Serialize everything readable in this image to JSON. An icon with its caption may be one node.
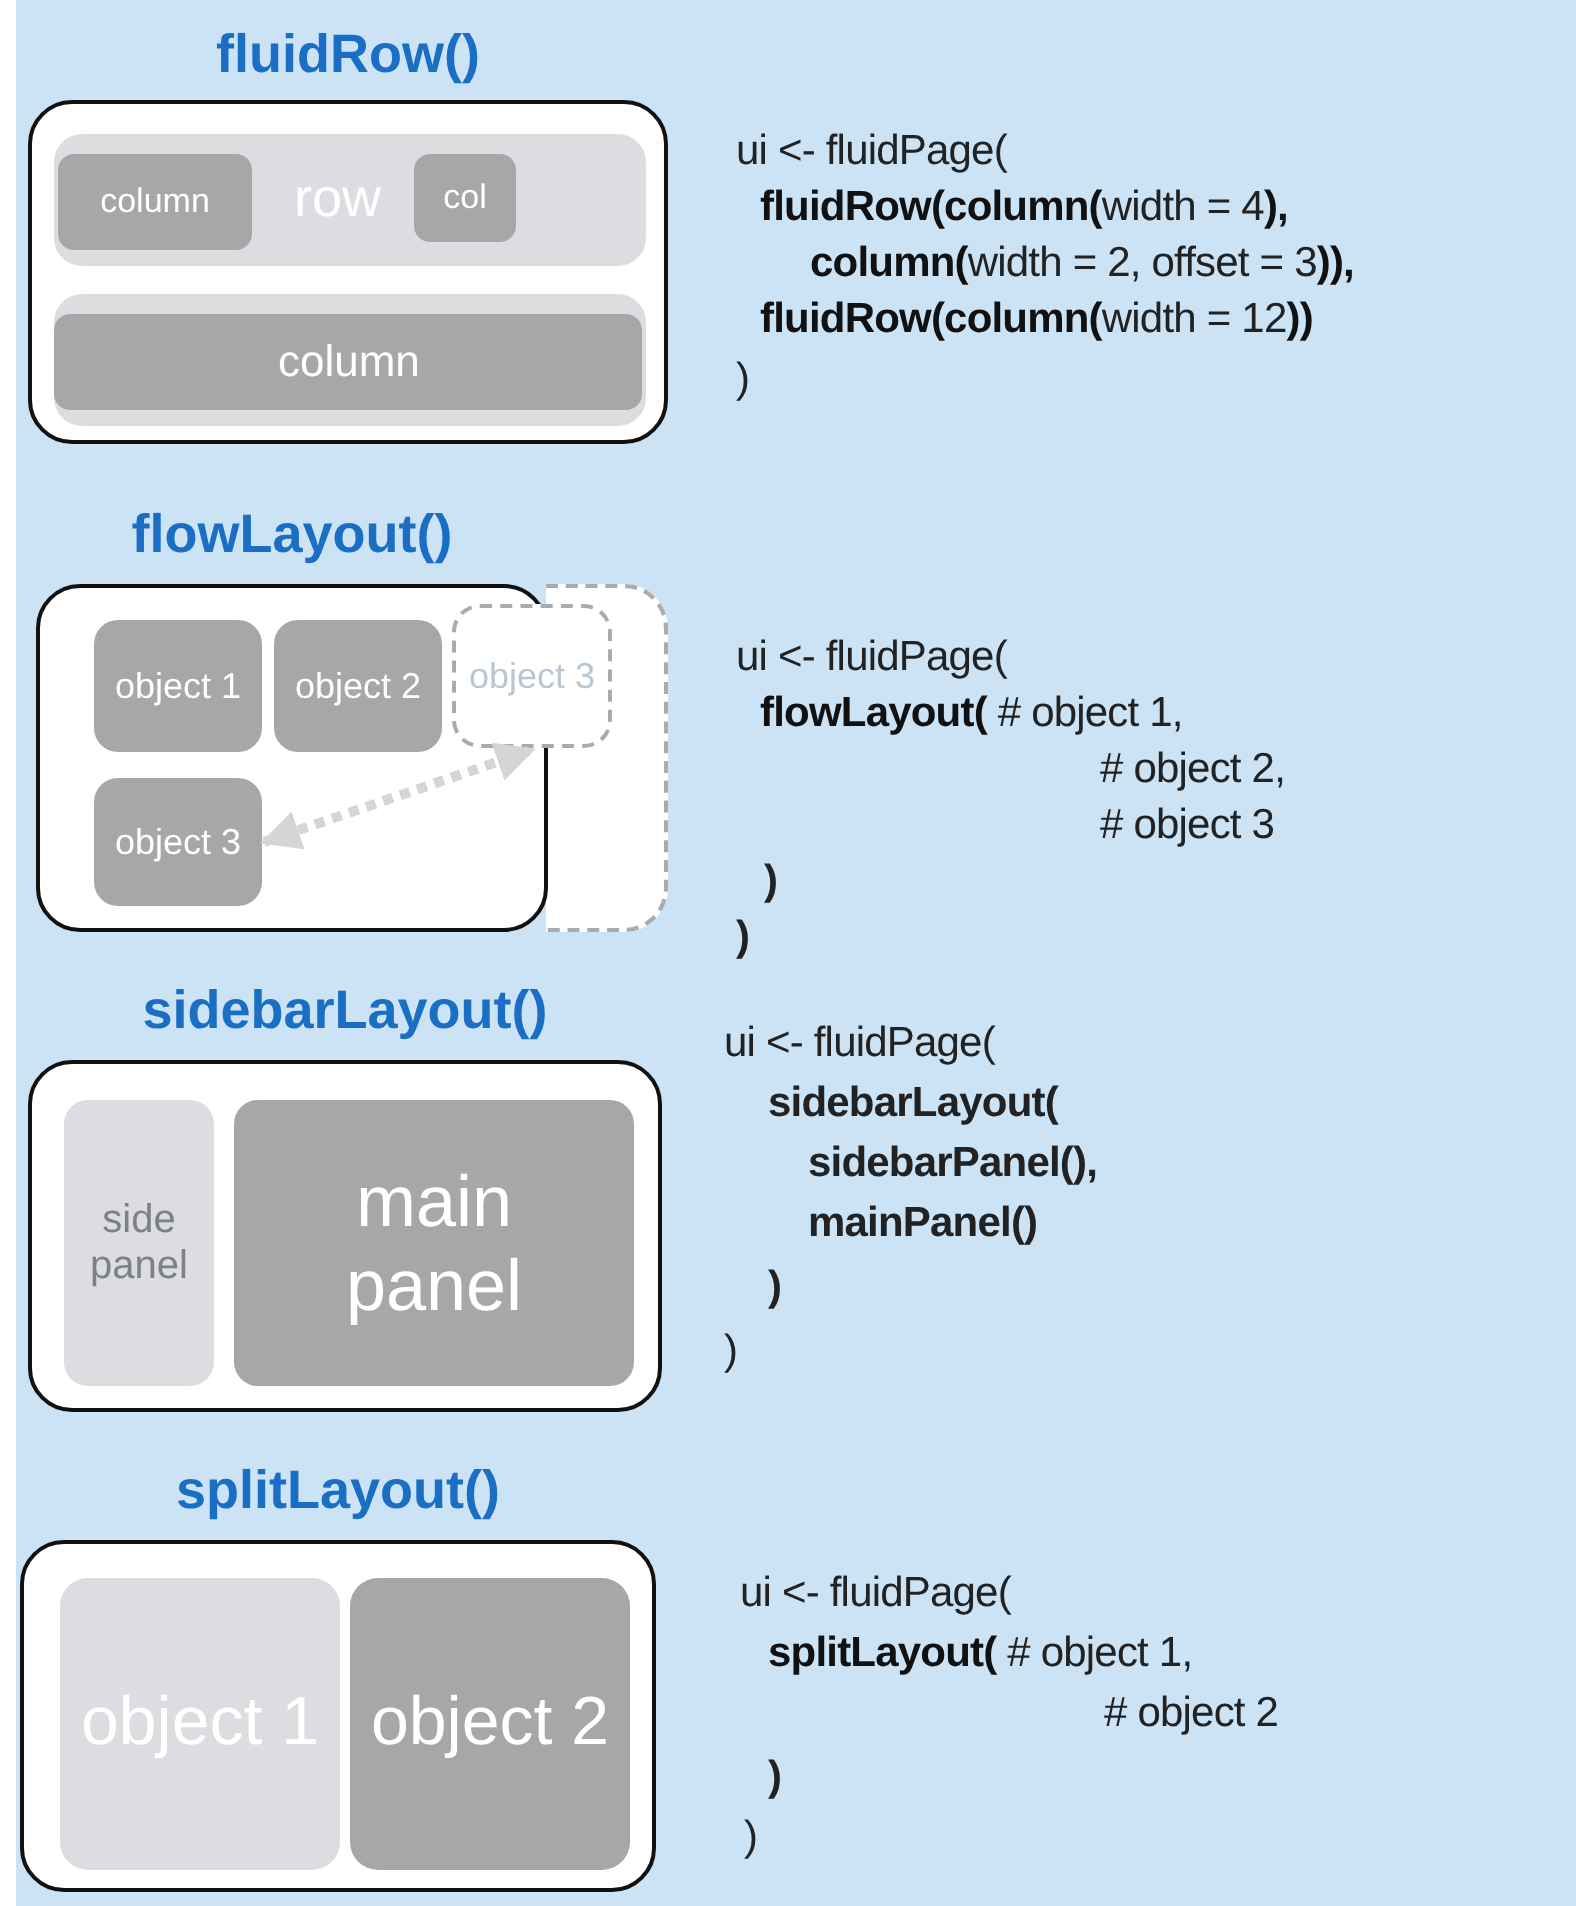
{
  "diagram": {
    "nodes": [
      {
        "text": [
          "fluidRow()"
        ]
      },
      {
        "text": [
          "row"
        ],
        "in": 0
      },
      {
        "text": [
          "column"
        ],
        "in": 1
      },
      {
        "text": [
          "col"
        ],
        "in": 1
      },
      {
        "text": [],
        "shape": "box",
        "in": 0
      },
      {
        "text": [
          "column"
        ],
        "in": 4
      },
      {
        "text": [
          "flowLayout()"
        ]
      },
      {
        "text": [],
        "shape": "box"
      },
      {
        "text": [
          "object 1"
        ],
        "in": 6
      },
      {
        "text": [
          "object 2"
        ],
        "in": 6
      },
      {
        "text": [
          "object 3"
        ]
      },
      {
        "text": [
          "object 3"
        ],
        "in": 6
      },
      {
        "text": [
          "sidebarLayout()"
        ]
      },
      {
        "text": [
          "side panel"
        ],
        "in": 12
      },
      {
        "text": [
          "main panel"
        ],
        "in": 12
      },
      {
        "text": [
          "splitLayout()"
        ]
      },
      {
        "text": [
          "object 1"
        ],
        "in": 15
      },
      {
        "text": [
          "object 2"
        ],
        "in": 15
      }
    ],
    "edges": [
      {
        "from": 11,
        "to": 10,
        "arrow": "both",
        "style": "dashed",
        "color": "#d3d5d7"
      }
    ],
    "labels": [
      "ui <- fluidPage(",
      "**fluidRow(column(**width = 4**),**",
      "**column(**width = 2, offset = 3**)),**",
      "**fluidRow(column(**width = 12**))**",
      ")",
      "ui <- fluidPage(",
      "**flowLayout(** # object 1,",
      "# object 2,",
      "# object 3",
      ")",
      ")",
      "ui <- fluidPage(",
      "sidebarLayout(",
      "sidebarPanel(),",
      "mainPanel()",
      ")",
      ")",
      "ui <- fluidPage(",
      "**splitLayout(** # object 1,",
      "# object 2",
      ")",
      ")"
    ]
  }
}
